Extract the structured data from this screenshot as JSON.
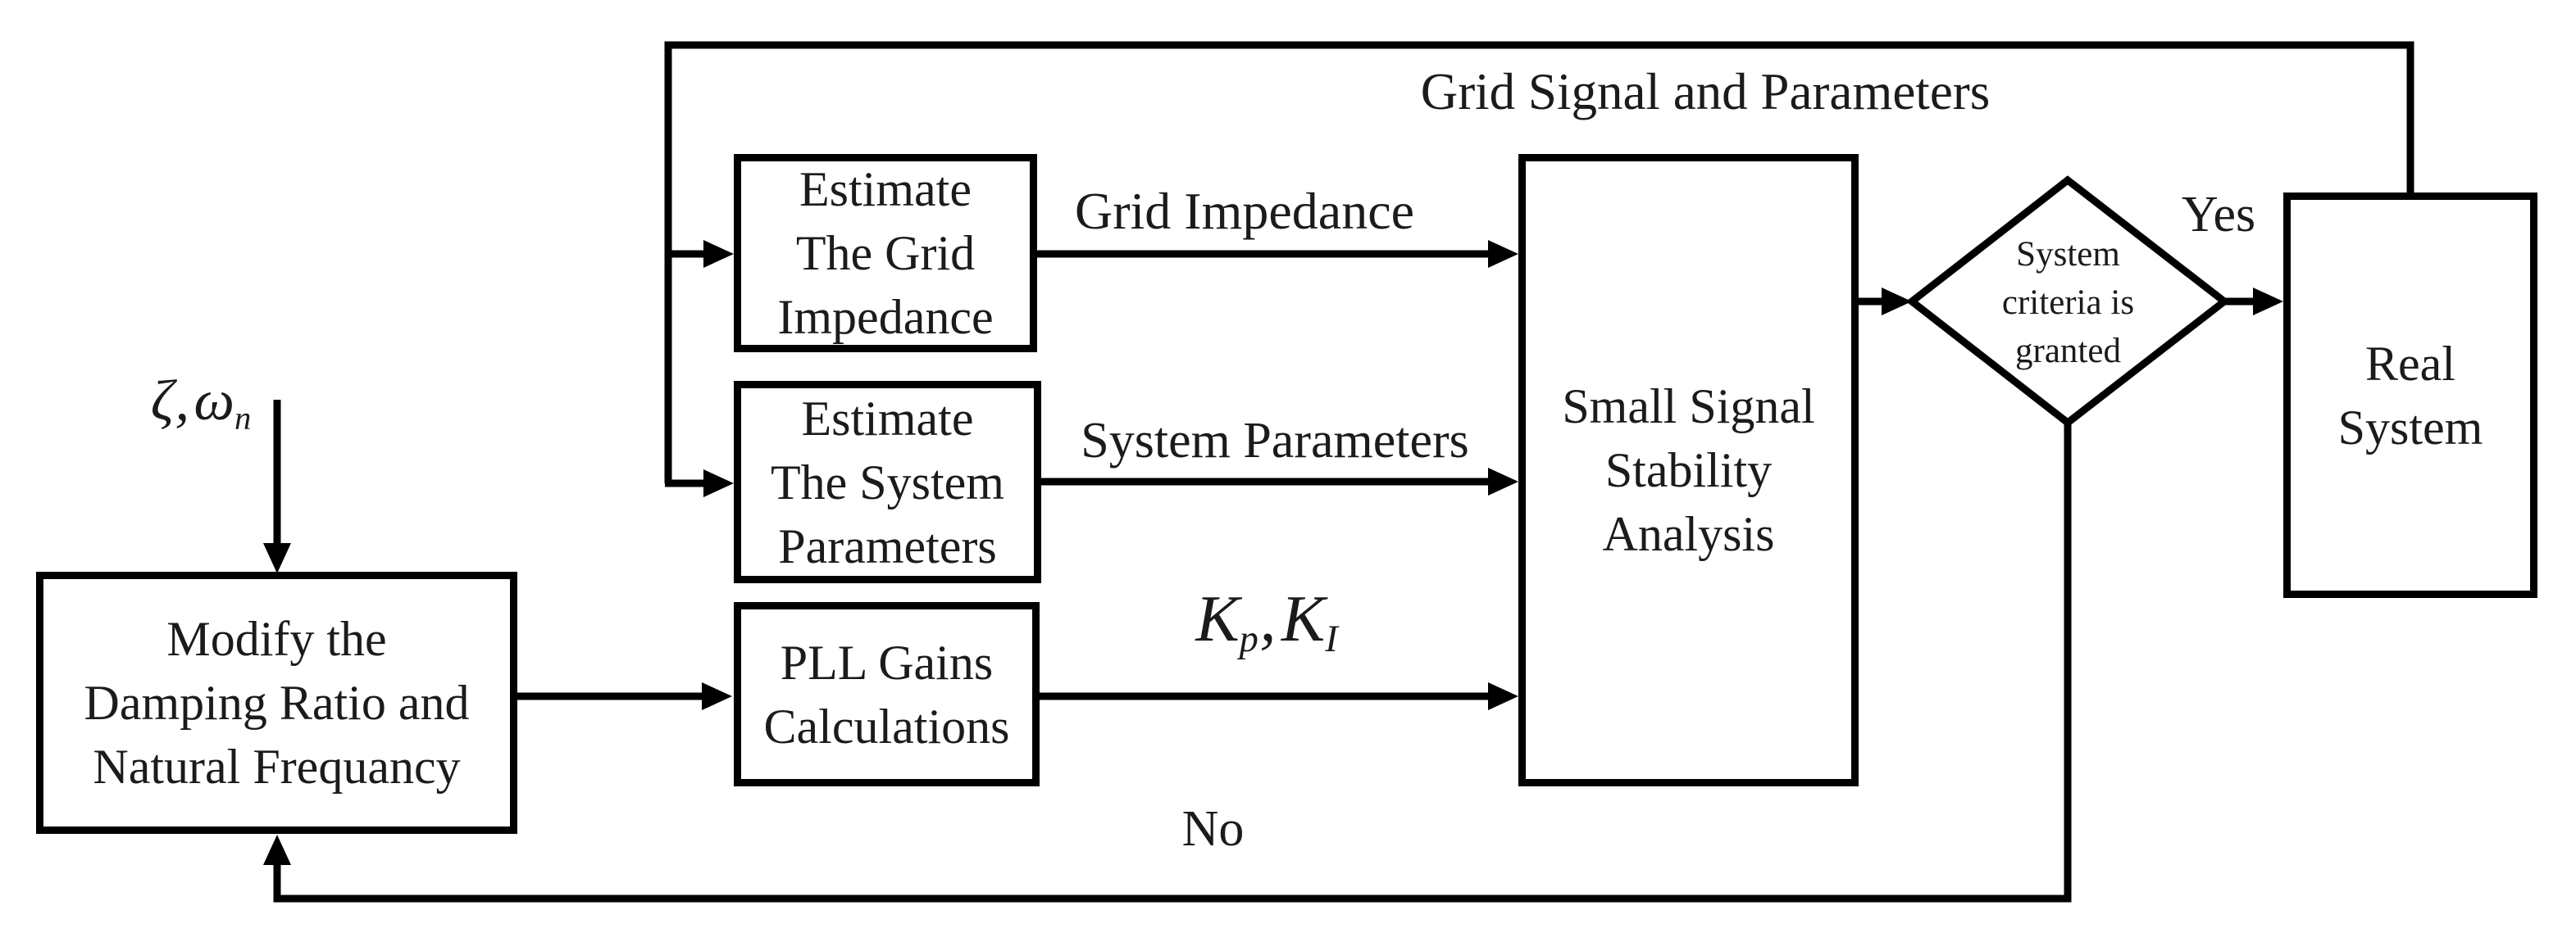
{
  "colors": {
    "background": "#ffffff",
    "line": "#000000",
    "text": "#1b1b1b"
  },
  "nodes": {
    "estimate_grid_impedance": {
      "lines": [
        "Estimate",
        "The Grid",
        "Impedance"
      ]
    },
    "estimate_system_parameters": {
      "lines": [
        "Estimate",
        "The System",
        "Parameters"
      ]
    },
    "pll_gains": {
      "lines": [
        "PLL Gains",
        "Calculations"
      ]
    },
    "small_signal_stability": {
      "lines": [
        "Small Signal",
        "Stability",
        "Analysis"
      ]
    },
    "modify_damping": {
      "lines": [
        "Modify the",
        "Damping Ratio and",
        "Natural Frequancy"
      ]
    },
    "real_system": {
      "lines": [
        "Real",
        "System"
      ]
    },
    "decision": {
      "lines": [
        "System",
        "criteria is",
        "granted"
      ]
    }
  },
  "edge_labels": {
    "grid_signal_and_parameters": "Grid Signal and Parameters",
    "grid_impedance": "Grid Impedance",
    "system_parameters": "System Parameters",
    "yes": "Yes",
    "no": "No"
  },
  "formulas": {
    "kp_ki": {
      "k1": "K",
      "sub1": "p",
      "comma": ",",
      "k2": "K",
      "sub2": "I"
    },
    "zeta_omega": {
      "zeta": "ζ",
      "comma": ",",
      "omega": "ω",
      "sub": "n"
    }
  }
}
